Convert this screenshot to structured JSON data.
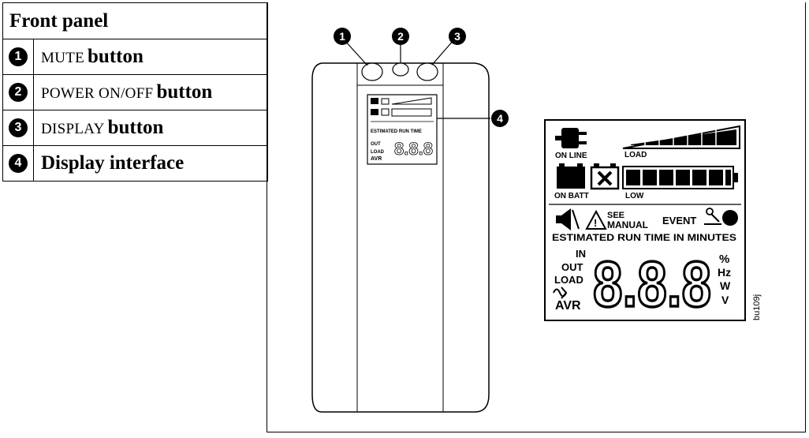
{
  "legend": {
    "title": "Front panel",
    "rows": [
      {
        "num": "1",
        "name": "MUTE",
        "suffix": "button"
      },
      {
        "num": "2",
        "name": "POWER ON/OFF",
        "suffix": "button"
      },
      {
        "num": "3",
        "name": "DISPLAY",
        "suffix": "button"
      },
      {
        "num": "4",
        "name": "",
        "suffix": "Display interface"
      }
    ]
  },
  "callouts": [
    "1",
    "2",
    "3",
    "4"
  ],
  "lcd": {
    "on_line": "ON LINE",
    "load": "LOAD",
    "on_batt": "ON BATT",
    "low": "LOW",
    "see": "SEE",
    "manual": "MANUAL",
    "event": "EVENT",
    "estimated": "ESTIMATED RUN TIME IN MINUTES",
    "in": "IN",
    "out": "OUT",
    "load2": "LOAD",
    "avr": "AVR",
    "digits": "8.8.8",
    "pct": "%",
    "hz": "Hz",
    "w": "W",
    "v": "V"
  },
  "figure_code": "bu109j"
}
